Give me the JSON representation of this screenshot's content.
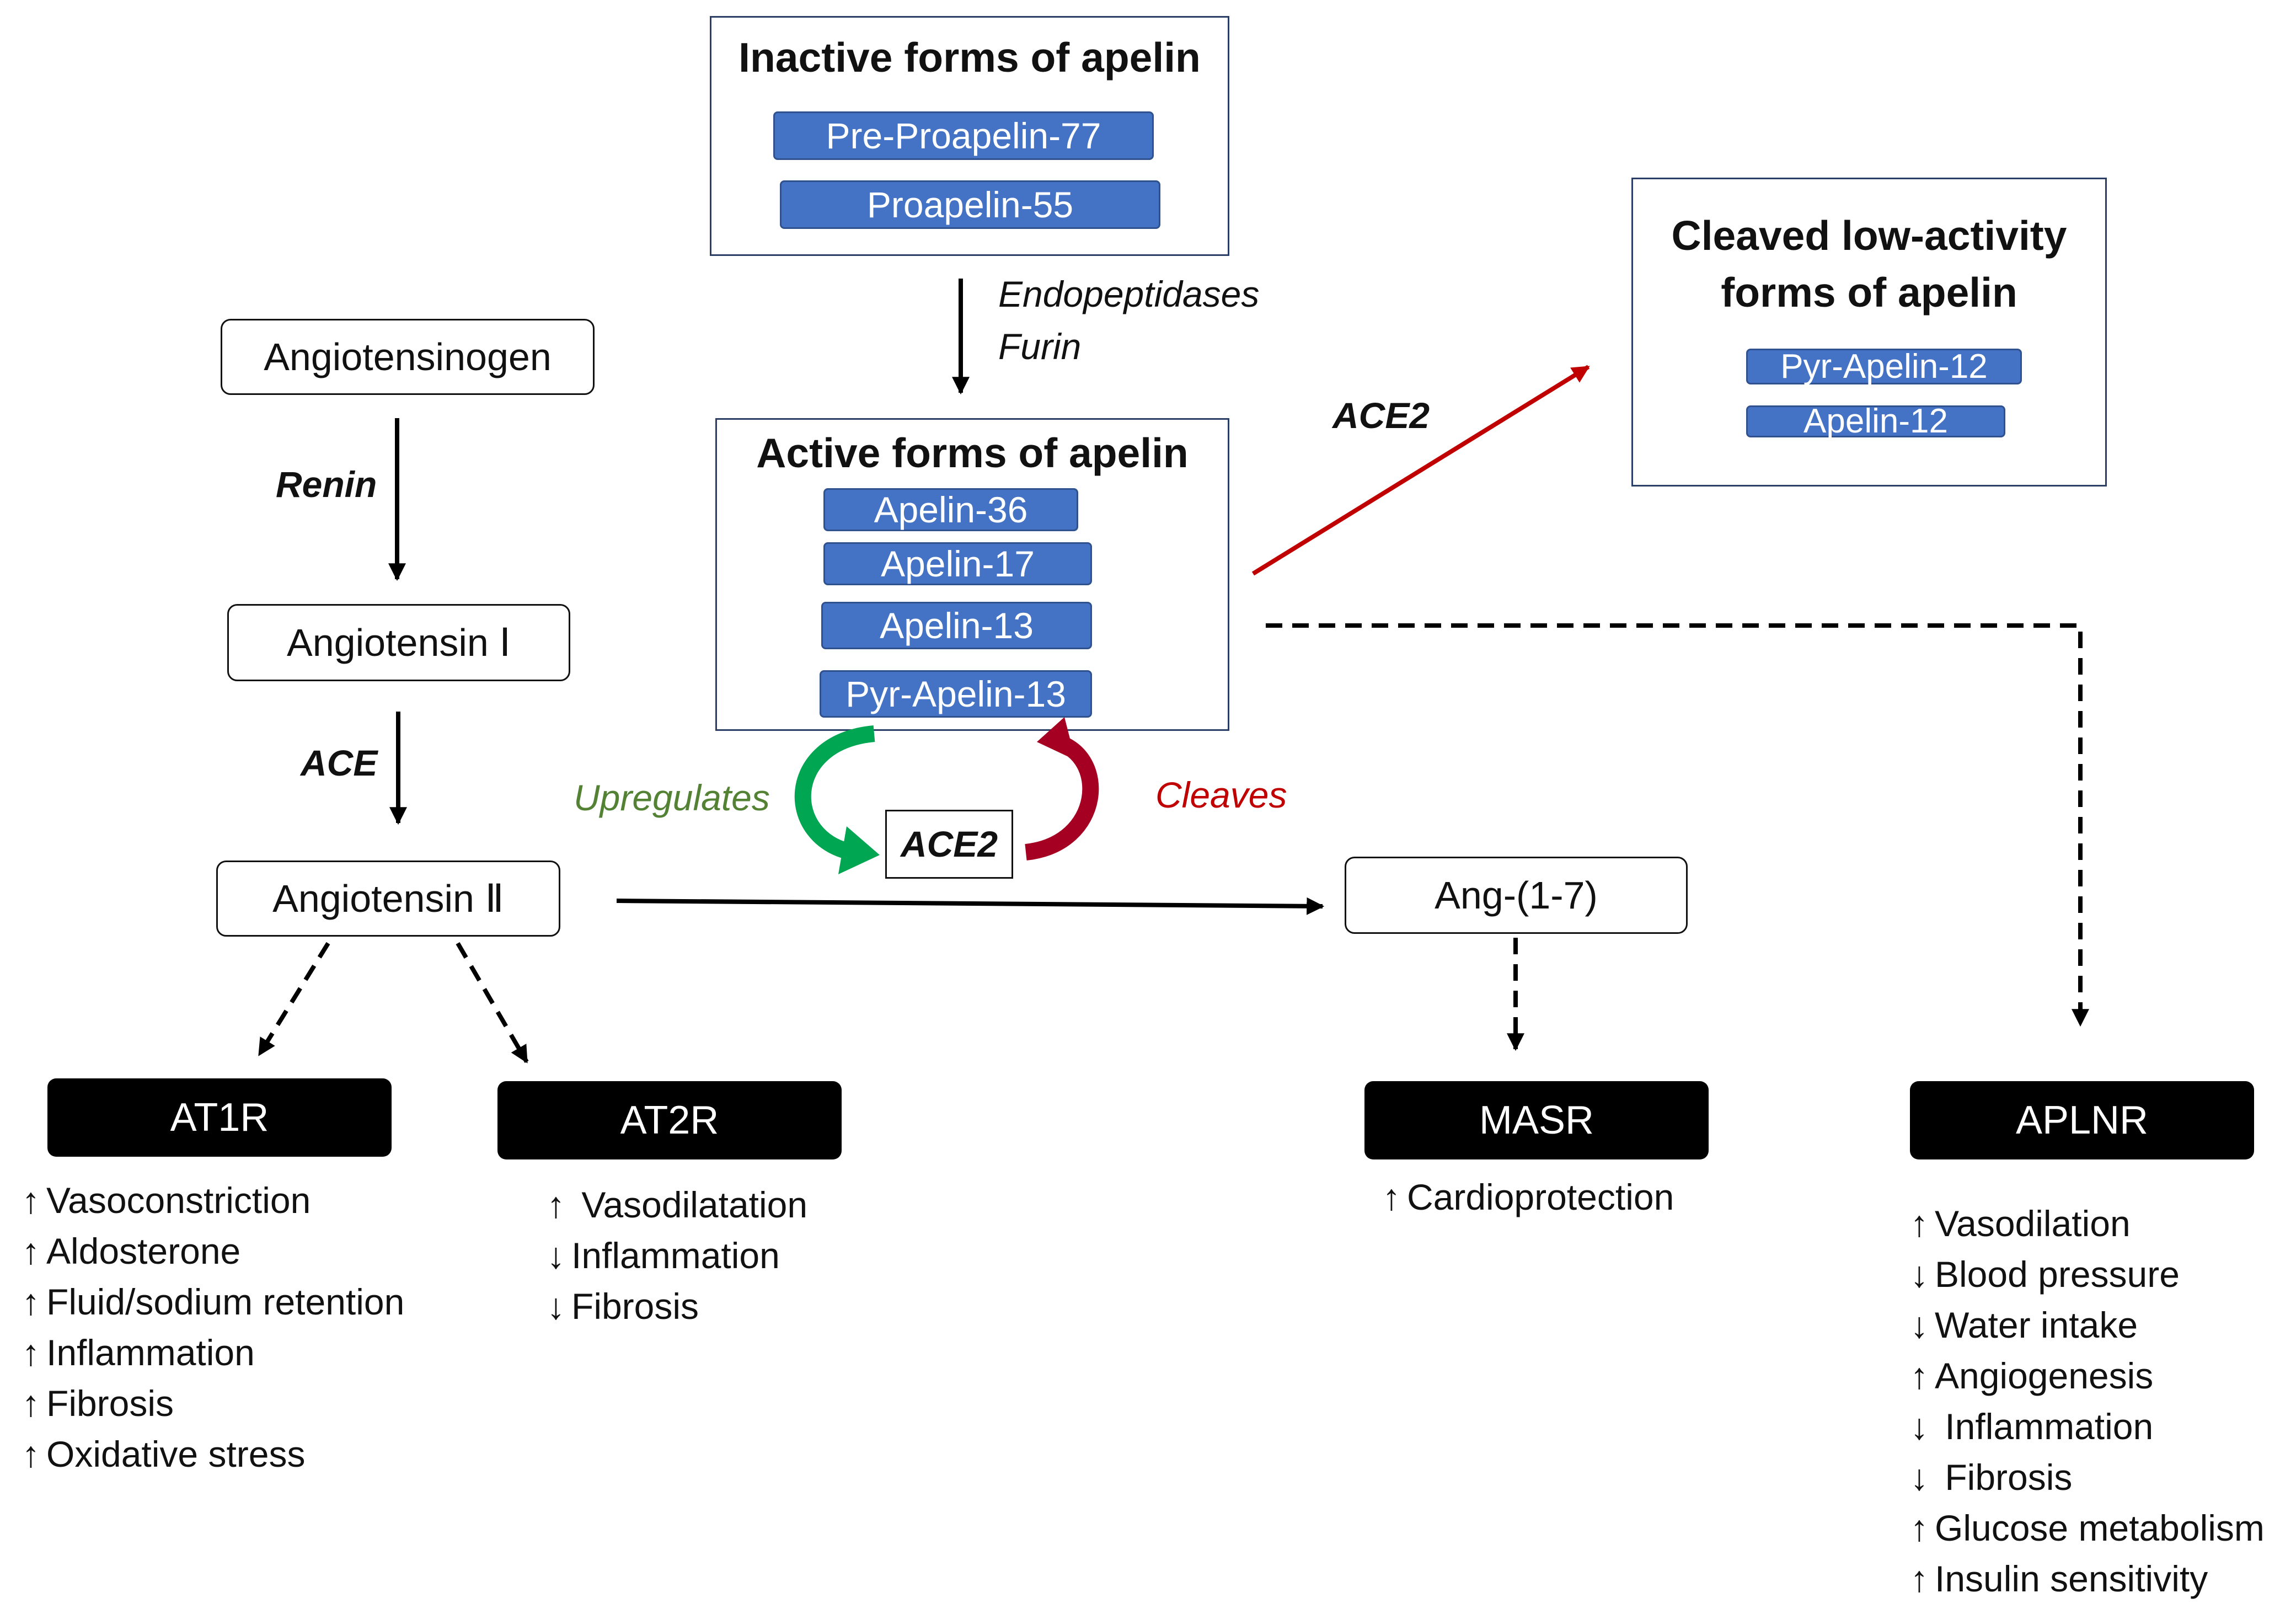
{
  "inactive": {
    "title": "Inactive forms of apelin",
    "items": [
      "Pre-Proapelin-77",
      "Proapelin-55"
    ]
  },
  "processing_enzymes": [
    "Endopeptidases",
    "Furin"
  ],
  "active": {
    "title": "Active forms of apelin",
    "items": [
      "Apelin-36",
      "Apelin-17",
      "Apelin-13",
      "Pyr-Apelin-13"
    ]
  },
  "cleaved": {
    "title_line1": "Cleaved low-activity",
    "title_line2": "forms of apelin",
    "items": [
      "Pyr-Apelin-12",
      "Apelin-12"
    ]
  },
  "ace2_arrow_label": "ACE2",
  "ras": {
    "angiotensinogen": "Angiotensinogen",
    "renin": "Renin",
    "angiotensin1": "Angiotensin Ⅰ",
    "ace": "ACE",
    "angiotensin2": "Angiotensin Ⅱ",
    "ang17": "Ang-(1-7)"
  },
  "ace2_cycle": {
    "center": "ACE2",
    "left_label": "Upregulates",
    "right_label": "Cleaves",
    "left_color": "#548235",
    "right_color": "#c00000"
  },
  "receptors": {
    "at1r": {
      "name": "AT1R",
      "effects": [
        {
          "dir": "up",
          "text": "Vasoconstriction"
        },
        {
          "dir": "up",
          "text": "Aldosterone"
        },
        {
          "dir": "up",
          "text": "Fluid/sodium retention"
        },
        {
          "dir": "up",
          "text": "Inflammation"
        },
        {
          "dir": "up",
          "text": "Fibrosis"
        },
        {
          "dir": "up",
          "text": "Oxidative stress"
        }
      ]
    },
    "at2r": {
      "name": "AT2R",
      "effects": [
        {
          "dir": "up",
          "text": " Vasodilatation"
        },
        {
          "dir": "down",
          "text": "Inflammation"
        },
        {
          "dir": "down",
          "text": "Fibrosis"
        }
      ]
    },
    "masr": {
      "name": "MASR",
      "effects": [
        {
          "dir": "up",
          "text": "Cardioprotection"
        }
      ]
    },
    "aplnr": {
      "name": "APLNR",
      "effects": [
        {
          "dir": "up",
          "text": "Vasodilation"
        },
        {
          "dir": "down",
          "text": "Blood pressure"
        },
        {
          "dir": "down",
          "text": "Water intake"
        },
        {
          "dir": "up",
          "text": "Angiogenesis"
        },
        {
          "dir": "down",
          "text": " Inflammation"
        },
        {
          "dir": "down",
          "text": " Fibrosis"
        },
        {
          "dir": "up",
          "text": "Glucose metabolism"
        },
        {
          "dir": "up",
          "text": "Insulin sensitivity"
        }
      ]
    }
  },
  "colors": {
    "pill_fill": "#4472c4",
    "ace2_arrow": "#c00000"
  }
}
